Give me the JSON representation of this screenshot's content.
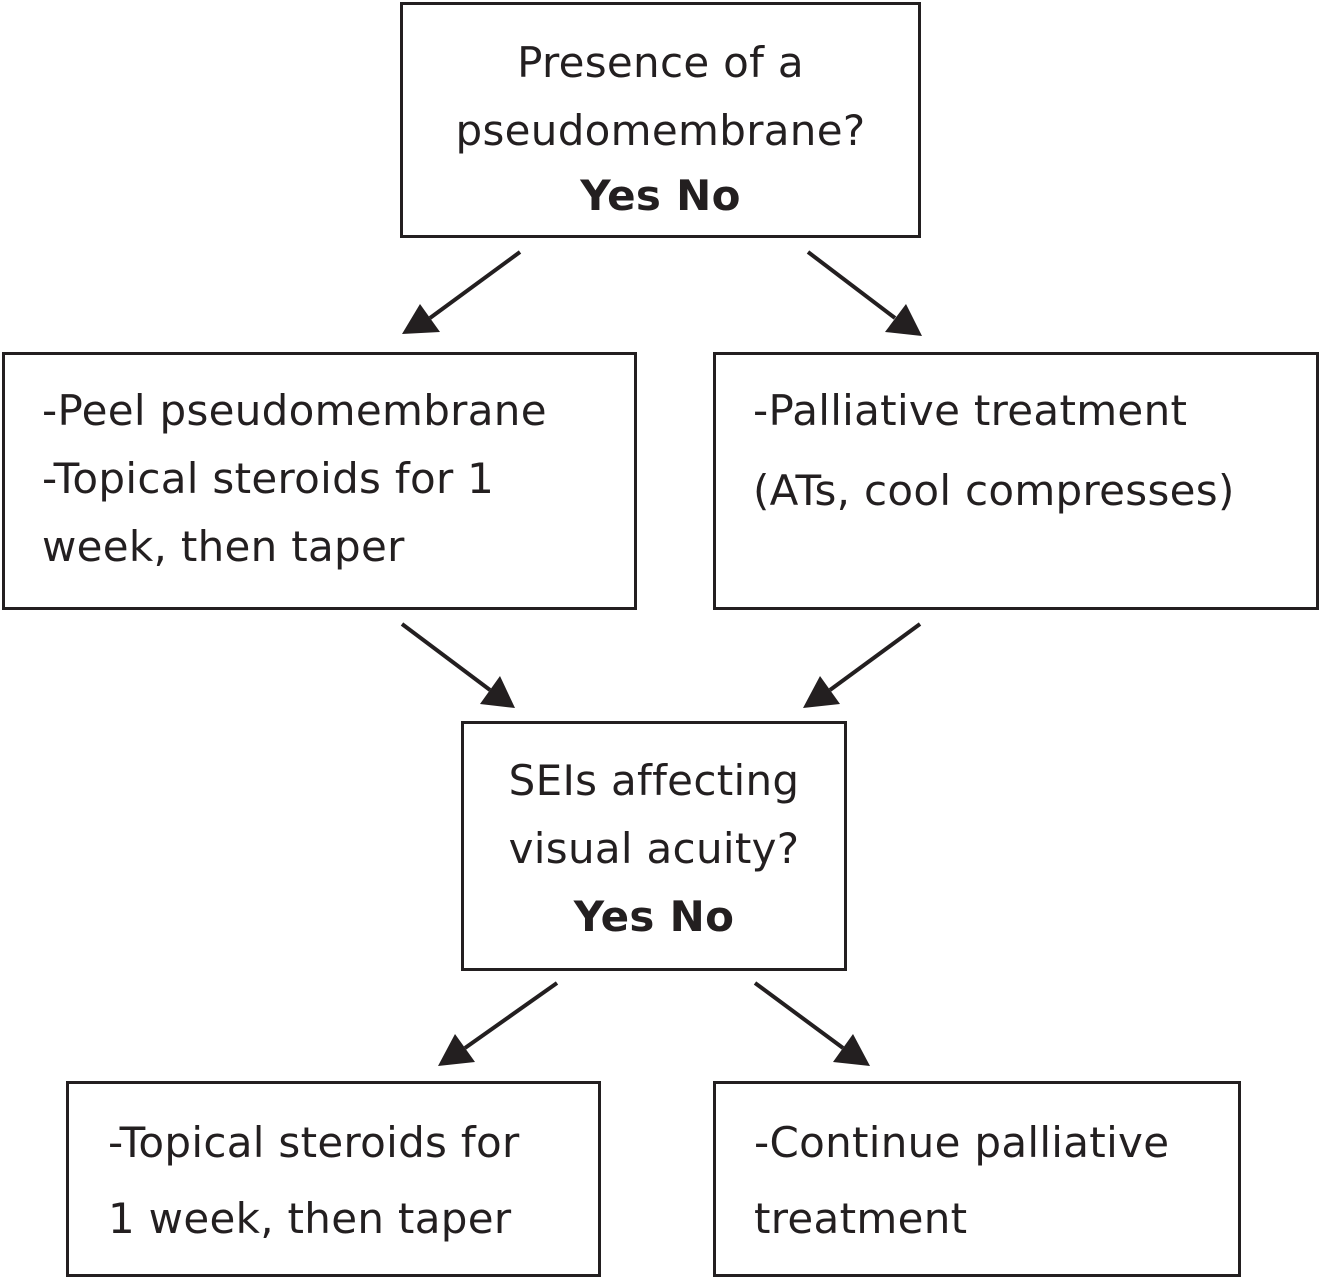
{
  "decision1": {
    "line1": "Presence of a",
    "line2": "pseudomembrane?",
    "answers": "Yes No"
  },
  "yes_box": {
    "line1": "-Peel pseudomembrane",
    "line2": "-Topical steroids for 1",
    "line3": "week, then taper"
  },
  "no_box": {
    "line1": "-Palliative treatment",
    "line2": "(ATs, cool compresses)"
  },
  "decision2": {
    "line1": "SEIs affecting",
    "line2": "visual acuity?",
    "answers": "Yes No"
  },
  "yes_box2": {
    "line1": "-Topical steroids for",
    "line2": "1 week, then taper"
  },
  "no_box2": {
    "line1": "-Continue palliative",
    "line2": "treatment"
  },
  "colors": {
    "stroke": "#231f20",
    "background": "#ffffff"
  }
}
